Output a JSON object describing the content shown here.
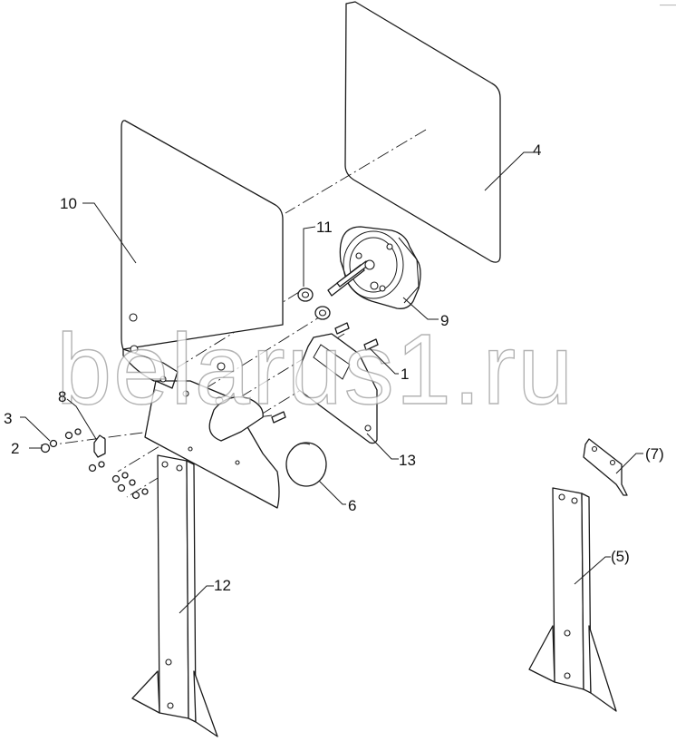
{
  "labels": {
    "l1": "1",
    "l2": "2",
    "l3": "3",
    "l4": "4",
    "l5": "(5)",
    "l6": "6",
    "l7": "(7)",
    "l8": "8",
    "l9": "9",
    "l10": "10",
    "l11": "11",
    "l12": "12",
    "l13": "13"
  },
  "watermark": "belarus1.ru",
  "corner_mark": "———"
}
